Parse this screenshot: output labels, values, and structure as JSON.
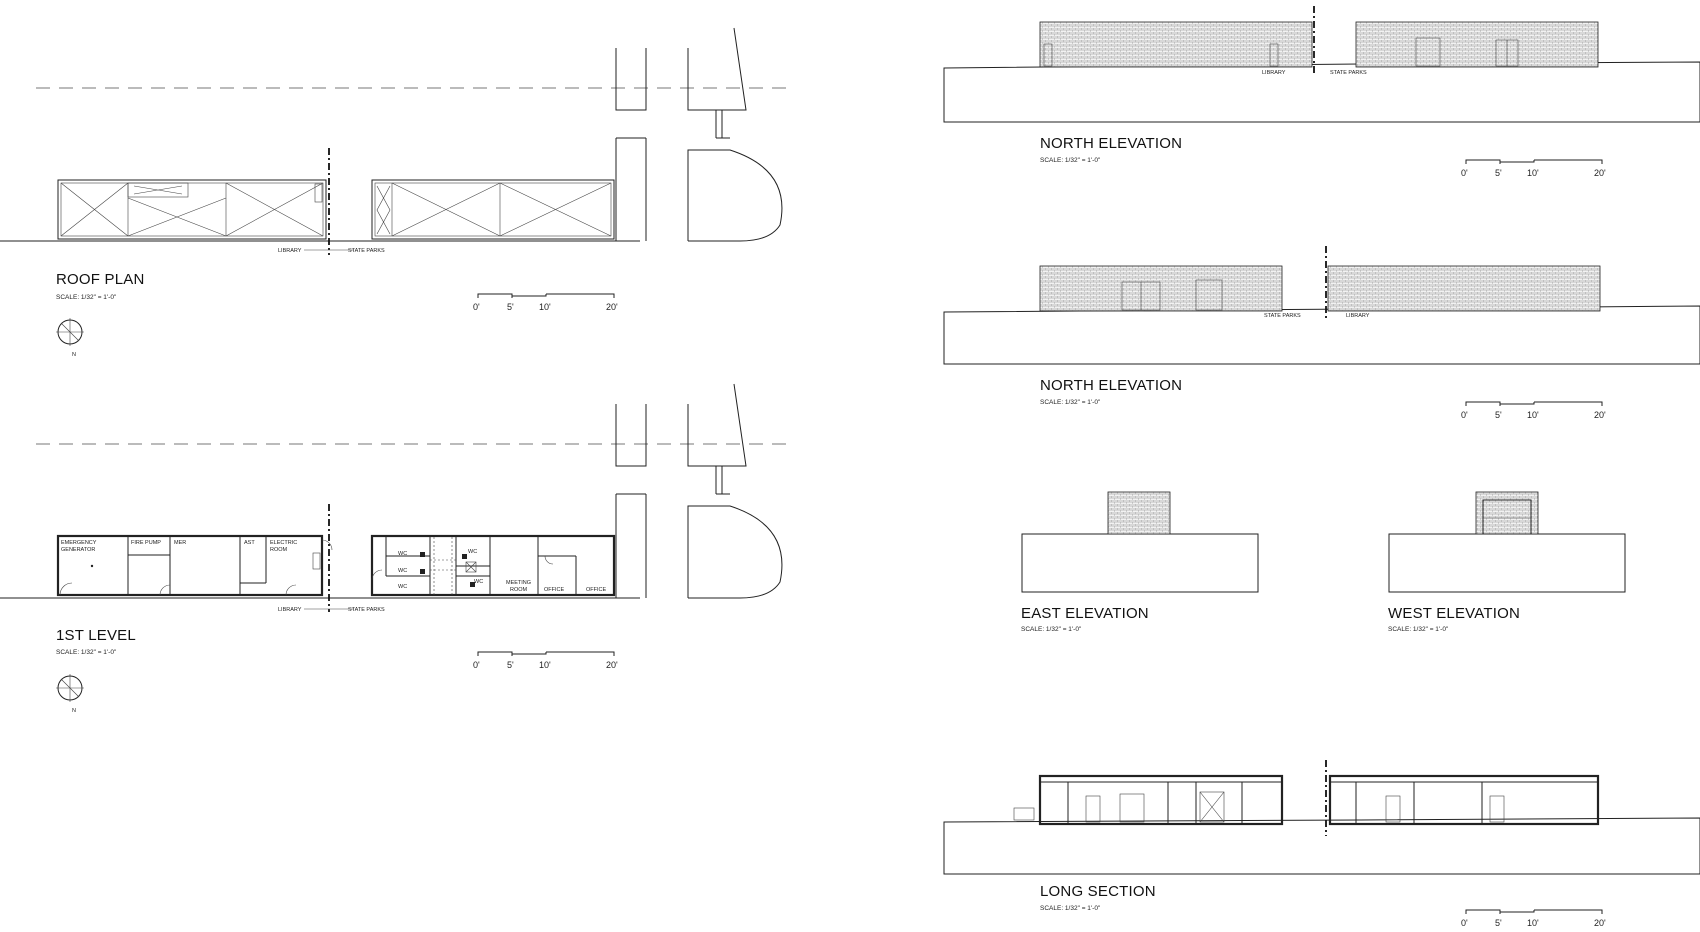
{
  "drawings": {
    "roof_plan": {
      "title": "ROOF PLAN",
      "scale": "SCALE: 1/32\" = 1'-0\"",
      "north": "N",
      "left_label": "LIBRARY",
      "right_label": "STATE PARKS"
    },
    "first_level": {
      "title": "1ST LEVEL",
      "scale": "SCALE: 1/32\" = 1'-0\"",
      "north": "N",
      "left_label": "LIBRARY",
      "right_label": "STATE PARKS"
    },
    "north_elevation_1": {
      "title": "NORTH ELEVATION",
      "scale": "SCALE: 1/32\" = 1'-0\"",
      "left_label": "LIBRARY",
      "right_label": "STATE PARKS"
    },
    "north_elevation_2": {
      "title": "NORTH ELEVATION",
      "scale": "SCALE: 1/32\" = 1'-0\"",
      "left_label": "STATE PARKS",
      "right_label": "LIBRARY"
    },
    "east_elevation": {
      "title": "EAST ELEVATION",
      "scale": "SCALE: 1/32\" = 1'-0\""
    },
    "west_elevation": {
      "title": "WEST ELEVATION",
      "scale": "SCALE: 1/32\" = 1'-0\""
    },
    "long_section": {
      "title": "LONG SECTION",
      "scale": "SCALE: 1/32\" = 1'-0\""
    }
  },
  "scale_bar_ticks": [
    "0'",
    "5'",
    "10'",
    "20'"
  ],
  "rooms": {
    "emergency_generator_1": "EMERGENCY",
    "emergency_generator_2": "GENERATOR",
    "fire_pump": "FIRE PUMP",
    "mer": "MER",
    "ast": "AST",
    "electric_room_1": "ELECTRIC",
    "electric_room_2": "ROOM",
    "wc_1": "WC",
    "wc_2": "WC",
    "wc_3": "WC",
    "wc_4": "WC",
    "wc_5": "WC",
    "meeting_room_1": "MEETING",
    "meeting_room_2": "ROOM",
    "office_1": "OFFICE",
    "office_2": "OFFICE"
  },
  "colors": {
    "line": "#222222",
    "hatch": "#9a9a9a",
    "background": "#ffffff"
  }
}
